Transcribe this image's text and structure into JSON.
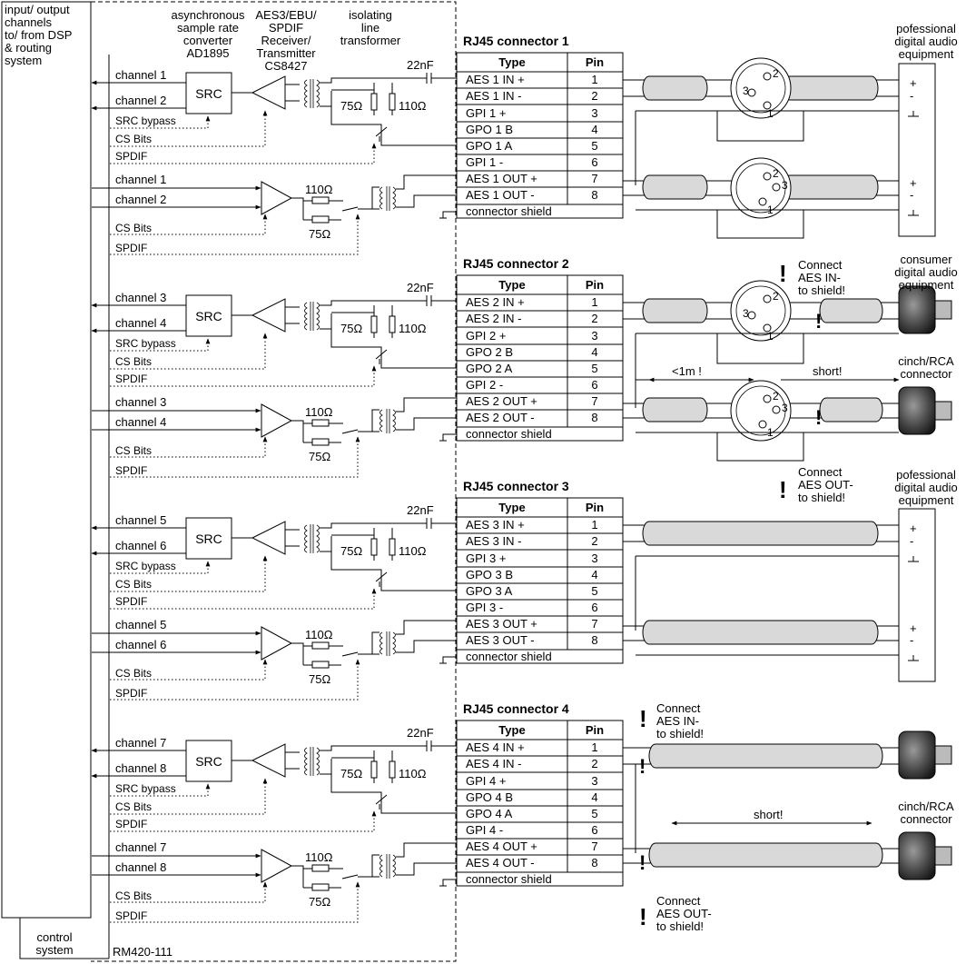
{
  "left_panel": {
    "title_lines": [
      "input/ output",
      "channels",
      "to/ from DSP",
      "& routing",
      "system"
    ],
    "control_lines": [
      "control",
      "system"
    ],
    "model": "RM420-111"
  },
  "headers": {
    "src_lines": [
      "asynchronous",
      "sample rate",
      "converter",
      "AD1895"
    ],
    "aes_lines": [
      "AES3/EBU/",
      "SPDIF",
      "Receiver/",
      "Transmitter",
      "CS8427"
    ],
    "iso_lines": [
      "isolating",
      "line",
      "transformer"
    ]
  },
  "labels": {
    "src": "SRC",
    "src_bypass": "SRC bypass",
    "cs_bits": "CS Bits",
    "spdif": "SPDIF",
    "cap": "22nF",
    "r75": "75Ω",
    "r110": "110Ω",
    "type_header": "Type",
    "pin_header": "Pin",
    "shield": "connector shield",
    "plus": "+",
    "minus": "-",
    "excl": "!",
    "lt1m": "<1m !",
    "short": "short!"
  },
  "blocks": [
    {
      "connector": "RJ45 connector 1",
      "ch_a": "channel 1",
      "ch_b": "channel 2",
      "out_a": "channel 1",
      "out_b": "channel 2",
      "rows": [
        {
          "type": "AES 1 IN +",
          "pin": "1"
        },
        {
          "type": "AES 1 IN -",
          "pin": "2"
        },
        {
          "type": "GPI 1 +",
          "pin": "3"
        },
        {
          "type": "GPO 1 B",
          "pin": "4"
        },
        {
          "type": "GPO 1 A",
          "pin": "5"
        },
        {
          "type": "GPI 1 -",
          "pin": "6"
        },
        {
          "type": "AES 1 OUT +",
          "pin": "7"
        },
        {
          "type": "AES 1 OUT -",
          "pin": "8"
        }
      ]
    },
    {
      "connector": "RJ45 connector 2",
      "ch_a": "channel 3",
      "ch_b": "channel 4",
      "out_a": "channel 3",
      "out_b": "channel 4",
      "rows": [
        {
          "type": "AES 2 IN +",
          "pin": "1"
        },
        {
          "type": "AES 2 IN -",
          "pin": "2"
        },
        {
          "type": "GPI 2 +",
          "pin": "3"
        },
        {
          "type": "GPO 2 B",
          "pin": "4"
        },
        {
          "type": "GPO 2 A",
          "pin": "5"
        },
        {
          "type": "GPI 2 -",
          "pin": "6"
        },
        {
          "type": "AES 2 OUT +",
          "pin": "7"
        },
        {
          "type": "AES 2 OUT -",
          "pin": "8"
        }
      ]
    },
    {
      "connector": "RJ45 connector 3",
      "ch_a": "channel 5",
      "ch_b": "channel 6",
      "out_a": "channel 5",
      "out_b": "channel 6",
      "rows": [
        {
          "type": "AES 3 IN +",
          "pin": "1"
        },
        {
          "type": "AES 3 IN -",
          "pin": "2"
        },
        {
          "type": "GPI 3 +",
          "pin": "3"
        },
        {
          "type": "GPO 3 B",
          "pin": "4"
        },
        {
          "type": "GPO 3 A",
          "pin": "5"
        },
        {
          "type": "GPI 3 -",
          "pin": "6"
        },
        {
          "type": "AES 3 OUT +",
          "pin": "7"
        },
        {
          "type": "AES 3 OUT -",
          "pin": "8"
        }
      ]
    },
    {
      "connector": "RJ45 connector 4",
      "ch_a": "channel 7",
      "ch_b": "channel 8",
      "out_a": "channel 7",
      "out_b": "channel 8",
      "rows": [
        {
          "type": "AES 4 IN +",
          "pin": "1"
        },
        {
          "type": "AES 4 IN -",
          "pin": "2"
        },
        {
          "type": "GPI 4 +",
          "pin": "3"
        },
        {
          "type": "GPO 4 B",
          "pin": "4"
        },
        {
          "type": "GPO 4 A",
          "pin": "5"
        },
        {
          "type": "GPI 4 -",
          "pin": "6"
        },
        {
          "type": "AES 4 OUT +",
          "pin": "7"
        },
        {
          "type": "AES 4 OUT -",
          "pin": "8"
        }
      ]
    }
  ],
  "equipment": {
    "pro_lines": [
      "pofessional",
      "digital audio",
      "equipment"
    ],
    "consumer_lines": [
      "consumer",
      "digital audio",
      "equipment"
    ],
    "rca_lines": [
      "cinch/RCA",
      "connector"
    ]
  },
  "notes": {
    "in_lines": [
      "Connect",
      "AES IN-",
      "to shield!"
    ],
    "out_lines": [
      "Connect",
      "AES OUT-",
      "to shield!"
    ]
  }
}
